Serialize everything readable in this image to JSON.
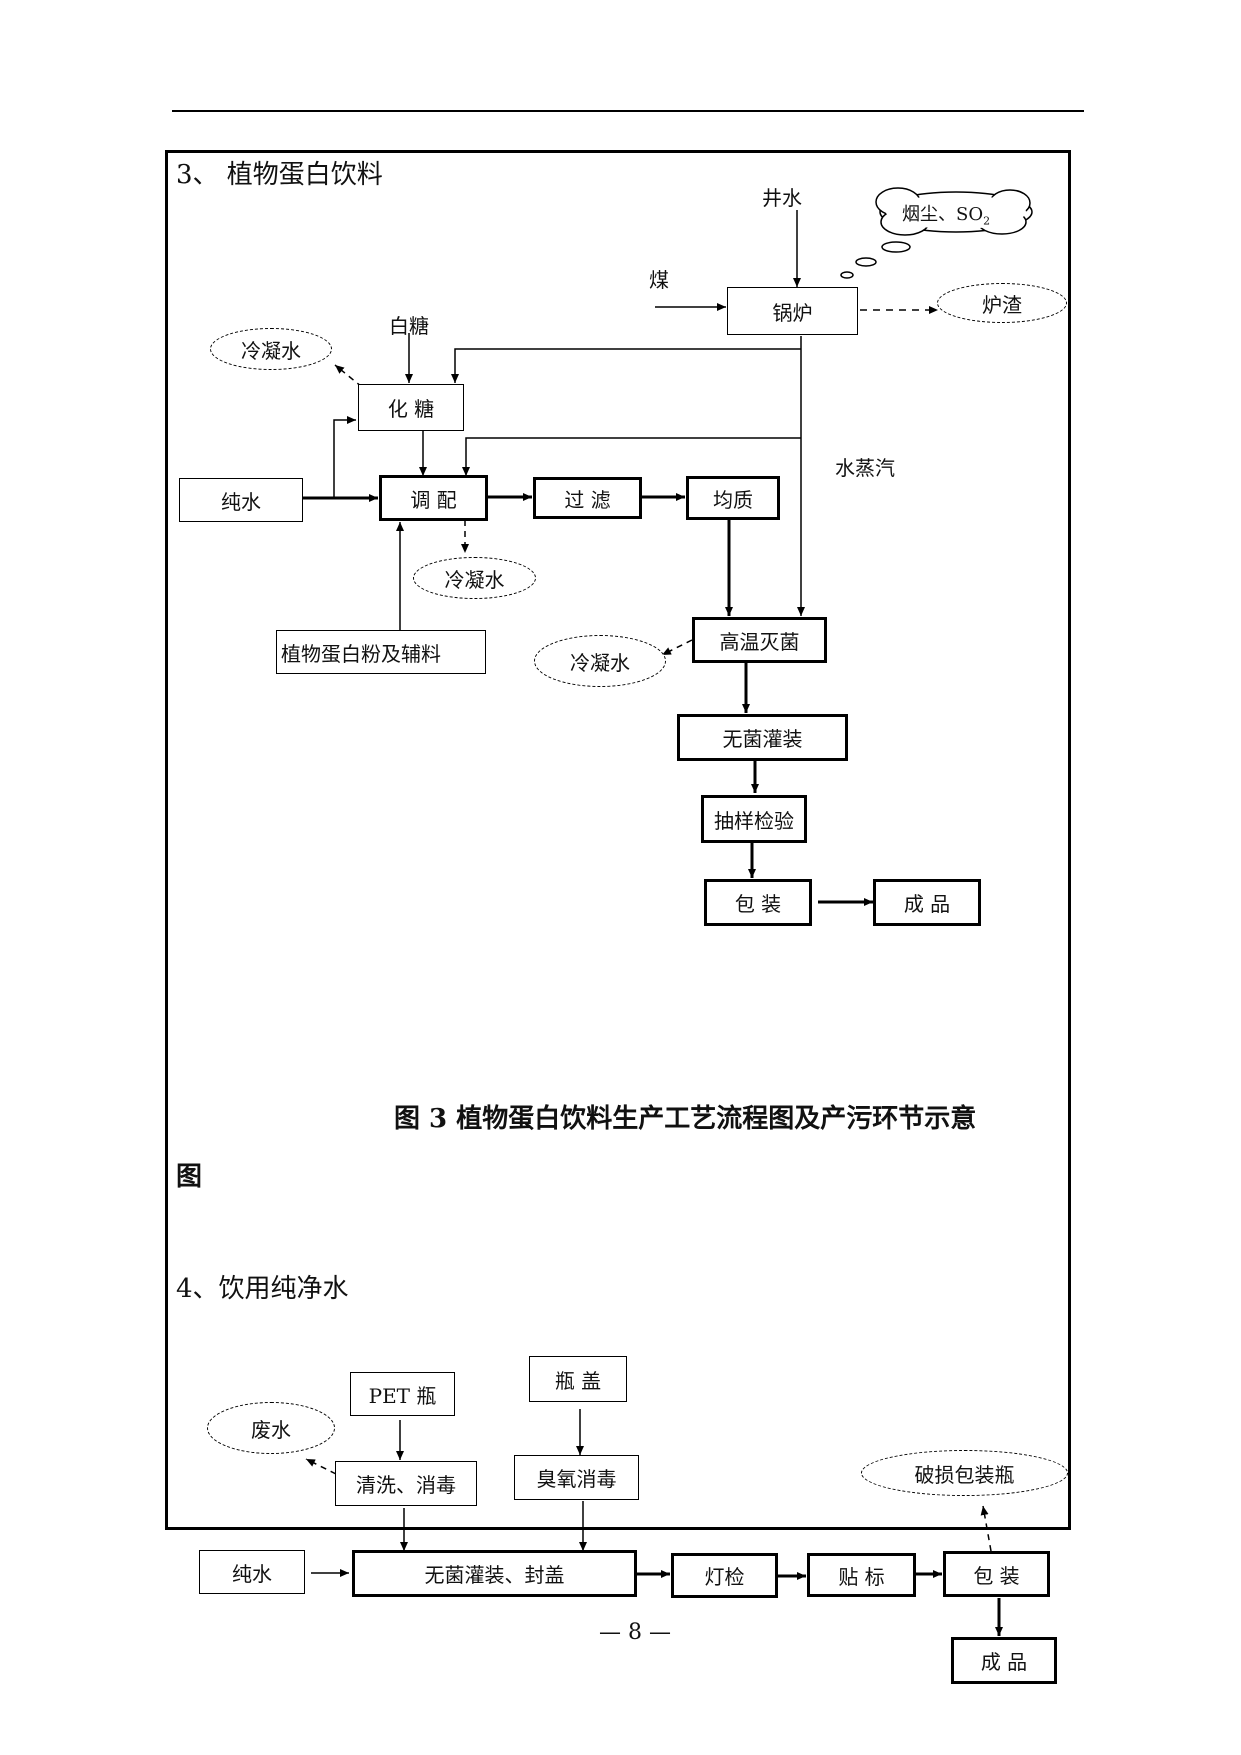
{
  "section3": {
    "title": "3、  植物蛋白饮料",
    "caption_line1": "图 3      植物蛋白饮料生产工艺流程图及产污环节示意",
    "caption_line2": "图",
    "labels": {
      "well_water": "井水",
      "coal": "煤",
      "white_sugar": "白糖",
      "steam": "水蒸汽"
    },
    "nodes": {
      "boiler": "锅炉",
      "sugar_dissolve": "化  糖",
      "pure_water": "纯水",
      "blending": "调  配",
      "filtration": "过  滤",
      "homogenize": "均质",
      "protein_powder": "植物蛋白粉及辅料",
      "sterilize": "高温灭菌",
      "aseptic_fill": "无菌灌装",
      "sampling": "抽样检验",
      "packing": "包  装",
      "product": "成  品"
    },
    "emissions": {
      "smoke_prefix": "烟尘、SO",
      "smoke_sub": "2",
      "slag": "炉渣",
      "condensate_1": "冷凝水",
      "condensate_2": "冷凝水",
      "condensate_3": "冷凝水"
    }
  },
  "section4": {
    "title": "4、饮用纯净水",
    "nodes": {
      "pet_bottle": "PET 瓶",
      "bottle_cap": "瓶  盖",
      "wash_disinfect": "清洗、消毒",
      "ozone_disinfect": "臭氧消毒",
      "pure_water": "纯水",
      "fill_cap": "无菌灌装、封盖",
      "light_check": "灯检",
      "labeling": "贴  标",
      "packing": "包  装",
      "product": "成  品"
    },
    "emissions": {
      "waste_water": "废水",
      "broken_bottles": "破损包装瓶"
    }
  },
  "page_number": "— 8 —"
}
